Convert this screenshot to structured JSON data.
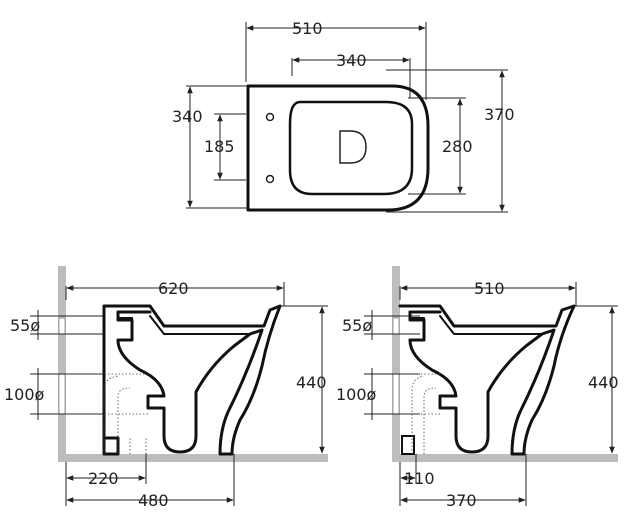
{
  "top_view": {
    "dims": {
      "overall_width": "510",
      "seat_width": "340",
      "overall_depth": "370",
      "seat_depth": "280",
      "rear_height": "340",
      "fixing_spacing": "185"
    }
  },
  "side_view_left": {
    "dims": {
      "width": "620",
      "height": "440",
      "inlet_diameter": "55ø",
      "outlet_diameter": "100ø",
      "outlet_offset": "220",
      "floor_depth": "480"
    }
  },
  "side_view_right": {
    "dims": {
      "width": "510",
      "height": "440",
      "inlet_diameter": "55ø",
      "outlet_diameter": "100ø",
      "outlet_offset": "110",
      "floor_depth": "370"
    }
  }
}
